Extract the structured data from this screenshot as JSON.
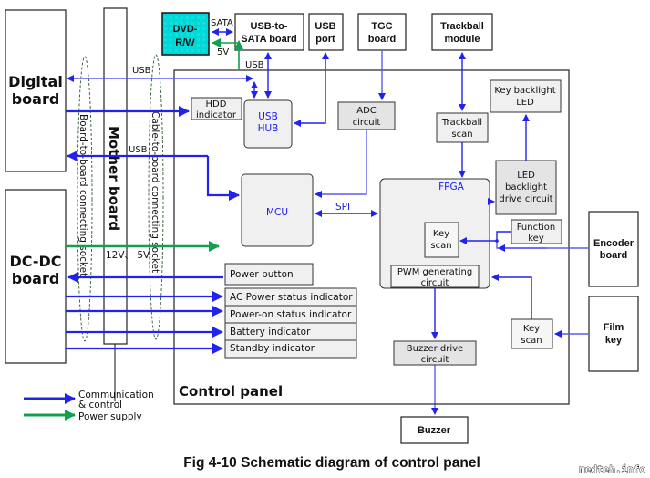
{
  "caption": "Fig 4-10 Schematic diagram of control panel",
  "watermark": "medteh.info",
  "colors": {
    "communication": "#2222ee",
    "power": "#10a050",
    "dvd_fill": "#00d8d8"
  },
  "left": {
    "digital_board": "Digital board",
    "dcdc_board": "DC-DC board",
    "mother_board": "Mother board",
    "board_socket": "Board-to-board connecting socket",
    "cable_socket": "Cable-to-board connecting socket",
    "power_rail_label": "12V、 5V"
  },
  "top": {
    "dvd": [
      "DVD-",
      "R/W"
    ],
    "usb_sata": [
      "USB-to-",
      "SATA board"
    ],
    "usb_port": [
      "USB",
      "port"
    ],
    "tgc": [
      "TGC",
      "board"
    ],
    "trackball_module": [
      "Trackball",
      "module"
    ],
    "sata_label": "SATA",
    "fivev_label": "5V",
    "usb_label_top": "USB"
  },
  "panel": {
    "title": "Control panel",
    "hdd_indicator": [
      "HDD",
      "indicator"
    ],
    "usb_hub": [
      "USB",
      "HUB"
    ],
    "adc": [
      "ADC",
      "circuit"
    ],
    "trackball_scan": [
      "Trackball",
      "scan"
    ],
    "key_backlight_led": [
      "Key backlight",
      "LED"
    ],
    "led_drive": [
      "LED",
      "backlight",
      "drive circuit"
    ],
    "mcu": "MCU",
    "fpga": "FPGA",
    "spi_label": "SPI",
    "fpga_key_scan": [
      "Key",
      "scan"
    ],
    "pwm": [
      "PWM generating",
      "circuit"
    ],
    "function_key": [
      "Function",
      "key"
    ],
    "key_scan2": [
      "Key",
      "scan"
    ],
    "buzzer_drive": [
      "Buzzer drive",
      "circuit"
    ],
    "indicators": [
      "Power button",
      "AC Power status indicator",
      "Power-on status indicator",
      "Battery indicator",
      "Standby indicator"
    ]
  },
  "usb_labels": {
    "digital_upper": "USB",
    "digital_lower": "USB"
  },
  "right": {
    "encoder_board": [
      "Encoder",
      "board"
    ],
    "film_key": [
      "Film",
      "key"
    ]
  },
  "buzzer": "Buzzer",
  "legend": {
    "communication": [
      "Communication",
      "& control"
    ],
    "power": "Power supply"
  }
}
